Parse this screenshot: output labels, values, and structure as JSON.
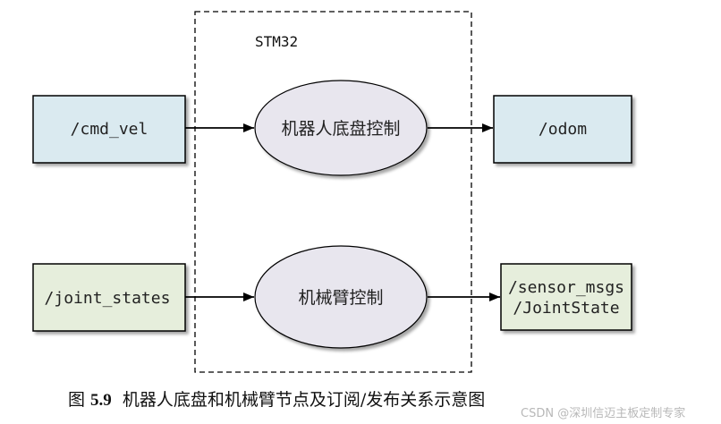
{
  "diagram": {
    "container": {
      "label": "STM32"
    },
    "nodes": {
      "cmd_vel": {
        "label": "/cmd_vel",
        "kind": "topic",
        "fill": "#daeaf0"
      },
      "odom": {
        "label": "/odom",
        "kind": "topic",
        "fill": "#daeaf0"
      },
      "base_control": {
        "label": "机器人底盘控制",
        "kind": "node",
        "fill": "#e8e6ee"
      },
      "joint_states": {
        "label": "/joint_states",
        "kind": "topic",
        "fill": "#e6eedc"
      },
      "arm_control": {
        "label": "机械臂控制",
        "kind": "node",
        "fill": "#e8e6ee"
      },
      "joint_state_msg": {
        "label_line1": "/sensor_msgs",
        "label_line2": "/JointState",
        "kind": "topic",
        "fill": "#e6eedc"
      }
    },
    "edges": [
      {
        "from": "cmd_vel",
        "to": "base_control"
      },
      {
        "from": "base_control",
        "to": "odom"
      },
      {
        "from": "joint_states",
        "to": "arm_control"
      },
      {
        "from": "arm_control",
        "to": "joint_state_msg"
      }
    ]
  },
  "caption": {
    "prefix": "图 ",
    "number": "5.9",
    "text": "  机器人底盘和机械臂节点及订阅/发布关系示意图"
  },
  "watermark": "CSDN @深圳信迈主板定制专家"
}
